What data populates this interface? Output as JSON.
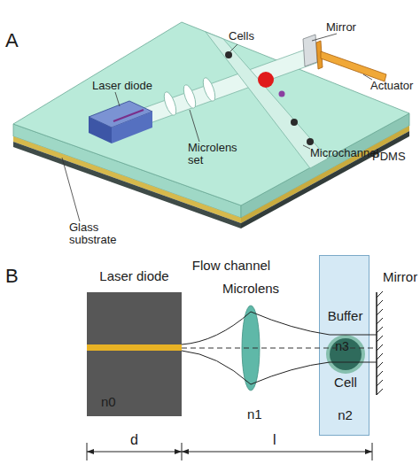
{
  "diagram": {
    "nodes": [
      {
        "text": [
          "Laser diode",
          "n0"
        ]
      },
      {
        "text": [
          "Flow channel",
          "Buffer",
          "n2"
        ]
      },
      {
        "text": [
          "n3",
          "Cell"
        ],
        "in": 1
      },
      {
        "text": [
          "Microlens"
        ]
      }
    ],
    "labels": [
      "A",
      "Cells",
      "Mirror",
      "Actuator",
      "Laser diode",
      "Microlens set",
      "PDMS",
      "Microchannel",
      "Glass substrate",
      "B",
      "Mirror",
      "n1",
      "d",
      "l"
    ]
  }
}
